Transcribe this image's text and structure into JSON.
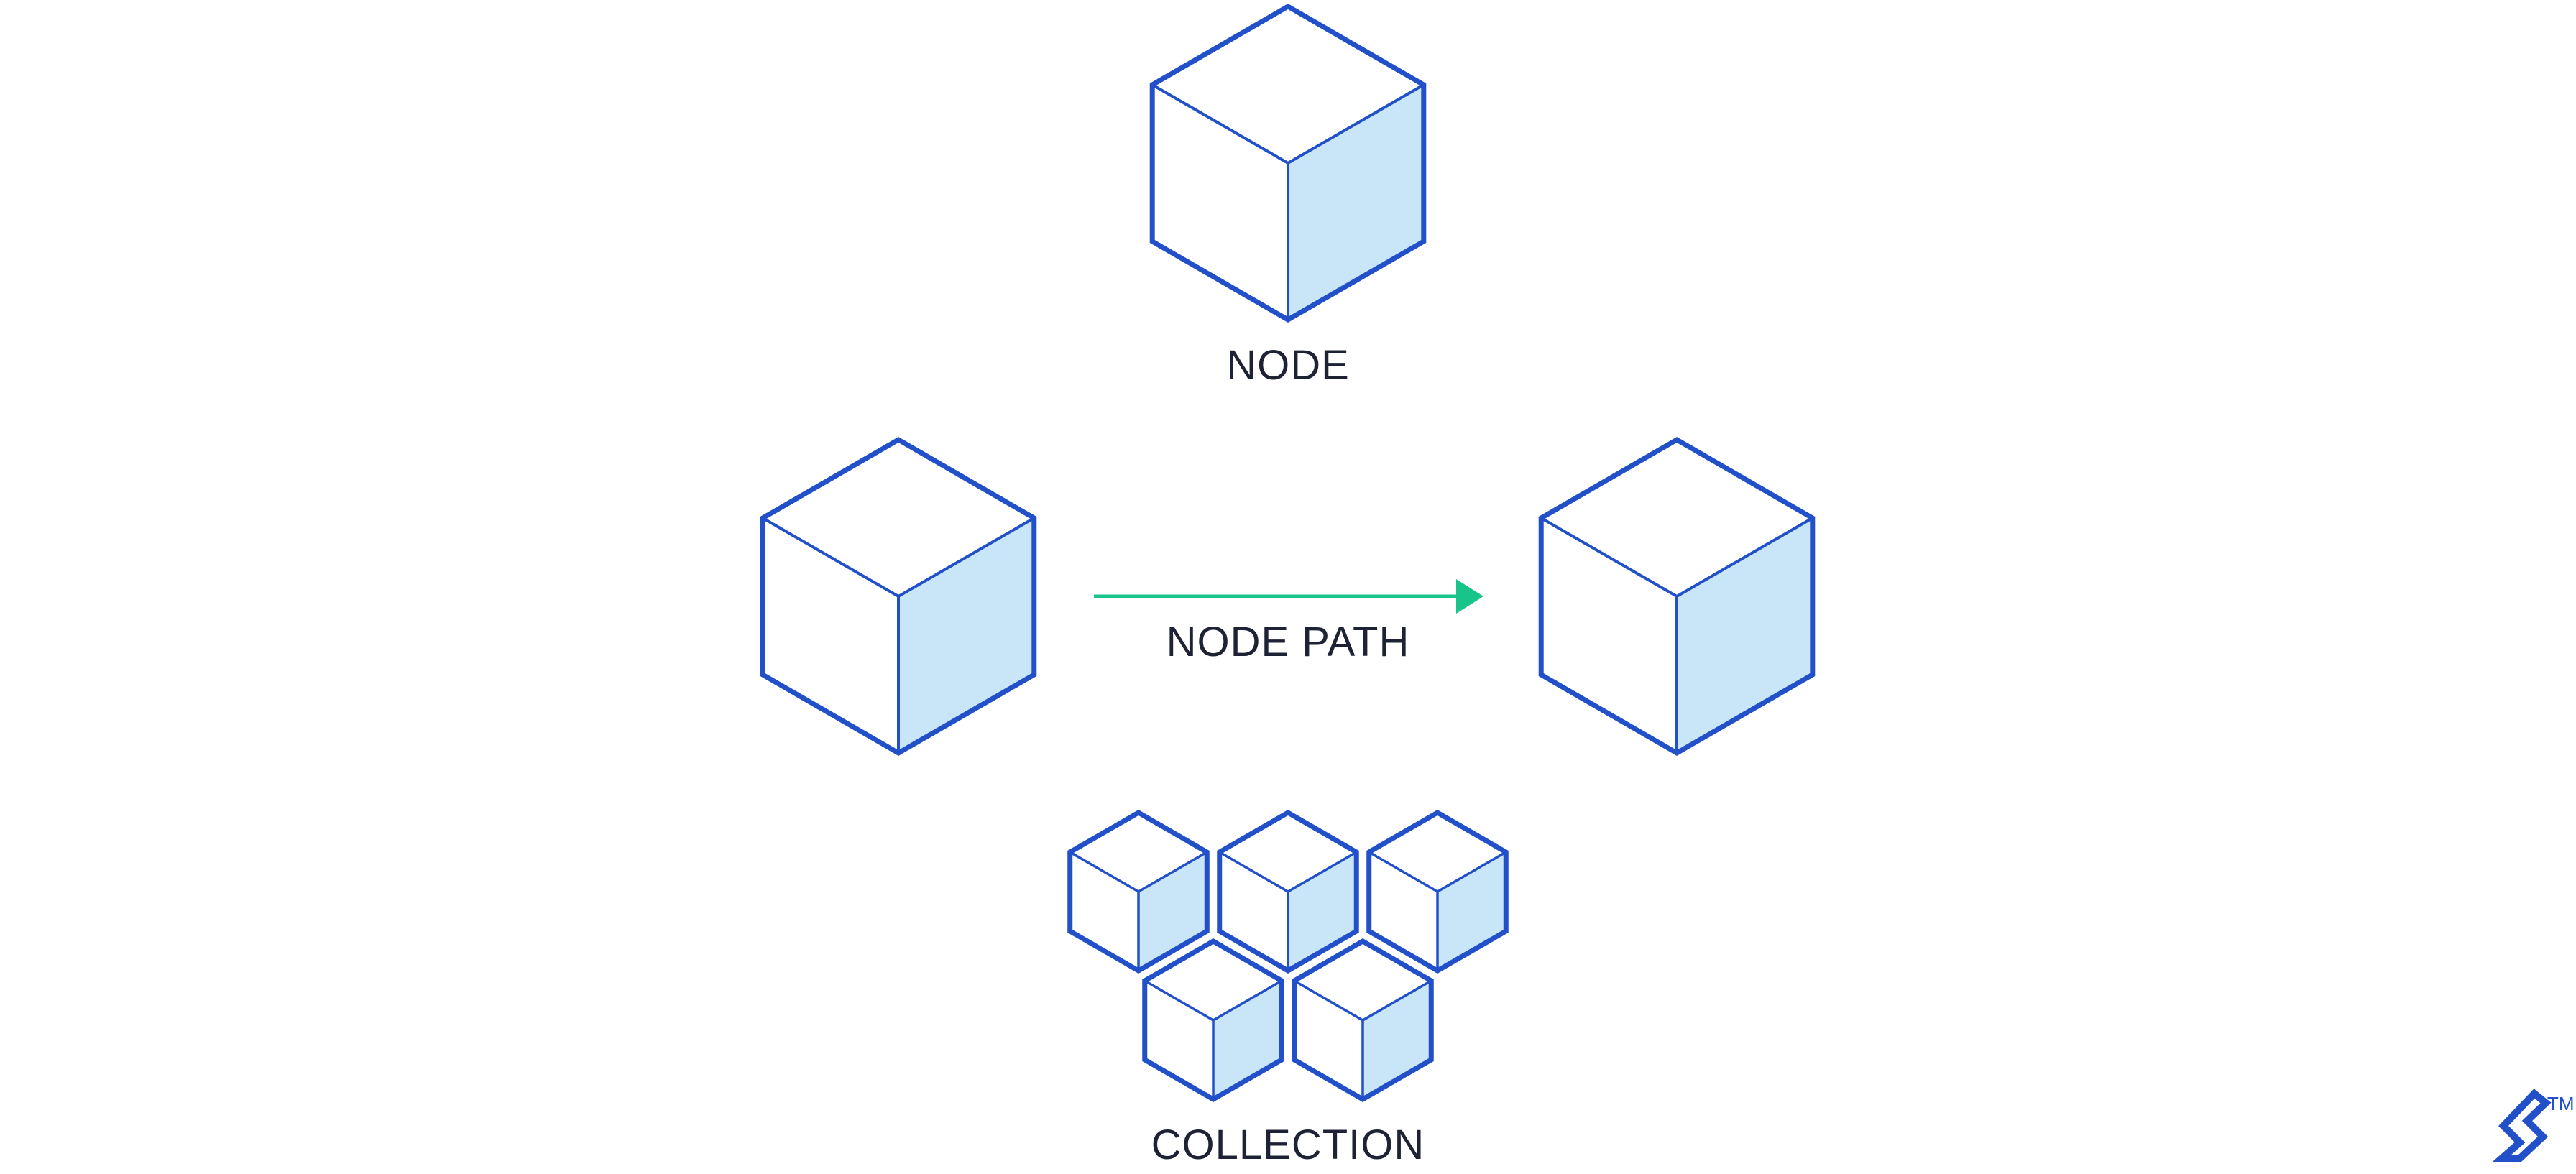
{
  "labels": {
    "node": "NODE",
    "node_path": "NODE PATH",
    "collection": "COLLECTION"
  },
  "logo": {
    "trademark": "TM"
  },
  "colors": {
    "stroke": "#2150c9",
    "shaded_face": "#c9e6f8",
    "arrow": "#18c48a",
    "text": "#1e2235"
  },
  "icons": {
    "node": "cube-icon",
    "path_source": "cube-icon",
    "path_target": "cube-icon",
    "collection_item": "cube-icon",
    "path_arrow": "arrow-right-icon",
    "logo": "toptal-logo-icon"
  }
}
